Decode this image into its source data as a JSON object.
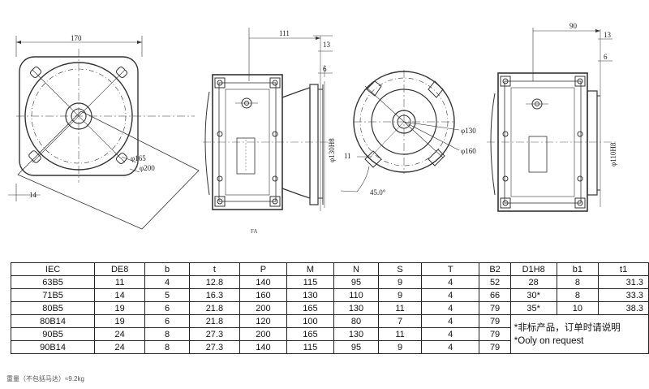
{
  "drawing_labels": {
    "d170": "170",
    "d111": "111",
    "d13a": "13",
    "d6a": "6",
    "d90": "90",
    "d13b": "13",
    "d6b": "6",
    "phi165": "φ165",
    "phi200": "φ200",
    "d14": "14",
    "phi130h8": "φ130H8",
    "phi130": "φ130",
    "phi160": "φ160",
    "d11": "11",
    "angle45": "45.0°",
    "phi110h8": "φ110H8",
    "fa": "FA"
  },
  "table": {
    "headers": [
      "IEC",
      "DE8",
      "b",
      "t",
      "P",
      "M",
      "N",
      "S",
      "T",
      "B2",
      "D1H8",
      "b1",
      "t1"
    ],
    "rows": [
      [
        "63B5",
        "11",
        "4",
        "12.8",
        "140",
        "115",
        "95",
        "9",
        "4",
        "52",
        "28",
        "8",
        "31.3"
      ],
      [
        "71B5",
        "14",
        "5",
        "16.3",
        "160",
        "130",
        "110",
        "9",
        "4",
        "66",
        "30*",
        "8",
        "33.3"
      ],
      [
        "80B5",
        "19",
        "6",
        "21.8",
        "200",
        "165",
        "130",
        "11",
        "4",
        "79",
        "35*",
        "10",
        "38.3"
      ],
      [
        "80B14",
        "19",
        "6",
        "21.8",
        "120",
        "100",
        "80",
        "7",
        "4",
        "79"
      ],
      [
        "90B5",
        "24",
        "8",
        "27.3",
        "200",
        "165",
        "130",
        "11",
        "4",
        "79"
      ],
      [
        "90B14",
        "24",
        "8",
        "27.3",
        "140",
        "115",
        "95",
        "9",
        "4",
        "79"
      ]
    ],
    "note_cn": "*非标产品，订单时请说明",
    "note_en": "*Ooly on request"
  },
  "footer": {
    "weight": "重量（不包括马达）≈9.2kg"
  }
}
